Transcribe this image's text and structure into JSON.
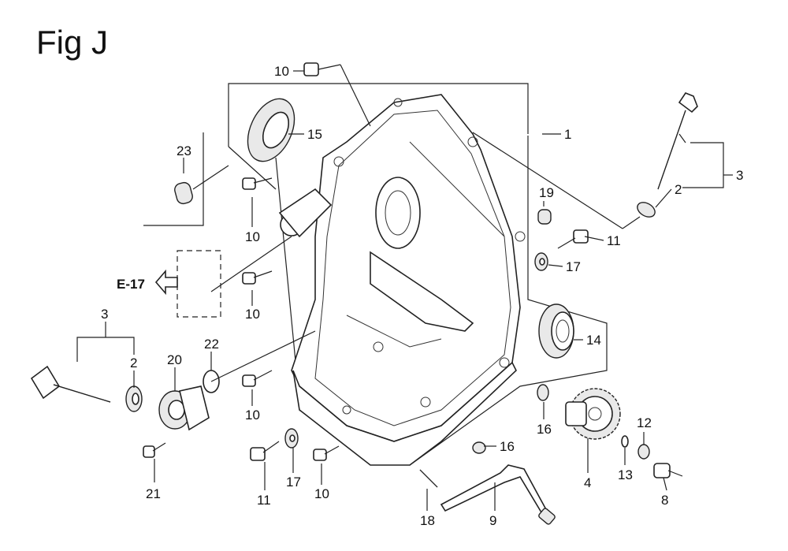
{
  "title": "Fig J",
  "ref_arrow": "E-17",
  "callouts": {
    "c1": "1",
    "c2_right": "2",
    "c2_left": "2",
    "c3_right": "3",
    "c3_left": "3",
    "c4": "4",
    "c8": "8",
    "c9": "9",
    "c10_top": "10",
    "c10_a": "10",
    "c10_b": "10",
    "c10_c": "10",
    "c10_d": "10",
    "c11_right": "11",
    "c11_bottom": "11",
    "c12": "12",
    "c13": "13",
    "c14": "14",
    "c15": "15",
    "c16_top": "16",
    "c16_right": "16",
    "c17_right": "17",
    "c17_bottom": "17",
    "c18": "18",
    "c19": "19",
    "c20": "20",
    "c21": "21",
    "c22": "22",
    "c23": "23"
  }
}
